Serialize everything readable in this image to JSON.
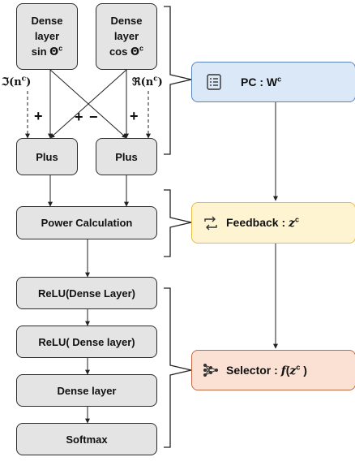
{
  "left_column": {
    "dense_sin": {
      "line1": "Dense",
      "line2": "layer",
      "line3_prefix": "sin ",
      "symbol": "Θ",
      "superscript": "c"
    },
    "dense_cos": {
      "line1": "Dense",
      "line2": "layer",
      "line3_prefix": "cos ",
      "symbol": "Θ",
      "superscript": "c"
    },
    "imag_label": {
      "prefix": "ℑ(",
      "var": "n",
      "sup": "c",
      "suffix": ")"
    },
    "real_label": {
      "prefix": "ℜ(",
      "var": "n",
      "sup": "c",
      "suffix": ")"
    },
    "signs": {
      "plus_left": "+",
      "plus_middle": "+",
      "minus_middle": "−",
      "plus_right": "+"
    },
    "plus_left": "Plus",
    "plus_right": "Plus",
    "power_calculation": "Power Calculation",
    "relu_dense_1": "ReLU(Dense Layer)",
    "relu_dense_2": "ReLU( Dense layer)",
    "dense_layer": "Dense layer",
    "softmax": "Softmax"
  },
  "right_column": {
    "pc": {
      "label": "PC : ",
      "var": "W",
      "sup": "c",
      "icon": "list-icon",
      "fill": "#dbe8f7",
      "border": "#5b84b8"
    },
    "feedback": {
      "label": "Feedback : ",
      "var": "z",
      "sup": "c",
      "icon": "feedback-loop-icon",
      "fill": "#fff4d1",
      "border": "#e6bc47"
    },
    "selector": {
      "label": "Selector : ",
      "func": "f",
      "open": "(",
      "var": "z",
      "sup": "c",
      "close": " )",
      "icon": "network-icon",
      "fill": "#fbe1d3",
      "border": "#c56a45"
    }
  }
}
